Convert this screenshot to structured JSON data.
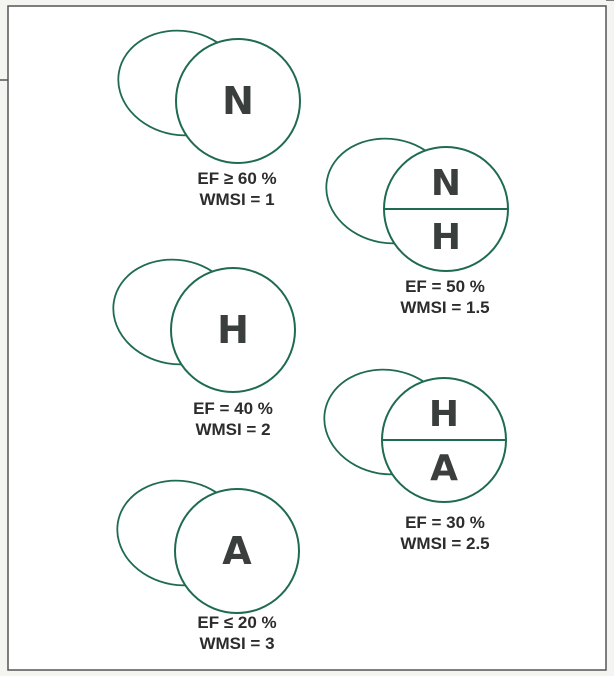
{
  "diagrams": [
    {
      "id": "normal",
      "segments": [
        "N"
      ],
      "ef": "EF ≥ 60 %",
      "wmsi": "WMSI = 1"
    },
    {
      "id": "normal-hypokinetic",
      "segments": [
        "N",
        "H"
      ],
      "ef": "EF = 50 %",
      "wmsi": "WMSI = 1.5"
    },
    {
      "id": "hypokinetic",
      "segments": [
        "H"
      ],
      "ef": "EF = 40 %",
      "wmsi": "WMSI = 2"
    },
    {
      "id": "hypokinetic-akinetic",
      "segments": [
        "H",
        "A"
      ],
      "ef": "EF = 30 %",
      "wmsi": "WMSI = 2.5"
    },
    {
      "id": "akinetic",
      "segments": [
        "A"
      ],
      "ef": "EF ≤ 20 %",
      "wmsi": "WMSI = 3"
    }
  ],
  "colors": {
    "outline": "#1f6b52",
    "letter": "#3a3f3d",
    "frame": "#555555",
    "background": "#f4f4f1",
    "panel": "#ffffff",
    "caption": "#2c2c2c"
  }
}
